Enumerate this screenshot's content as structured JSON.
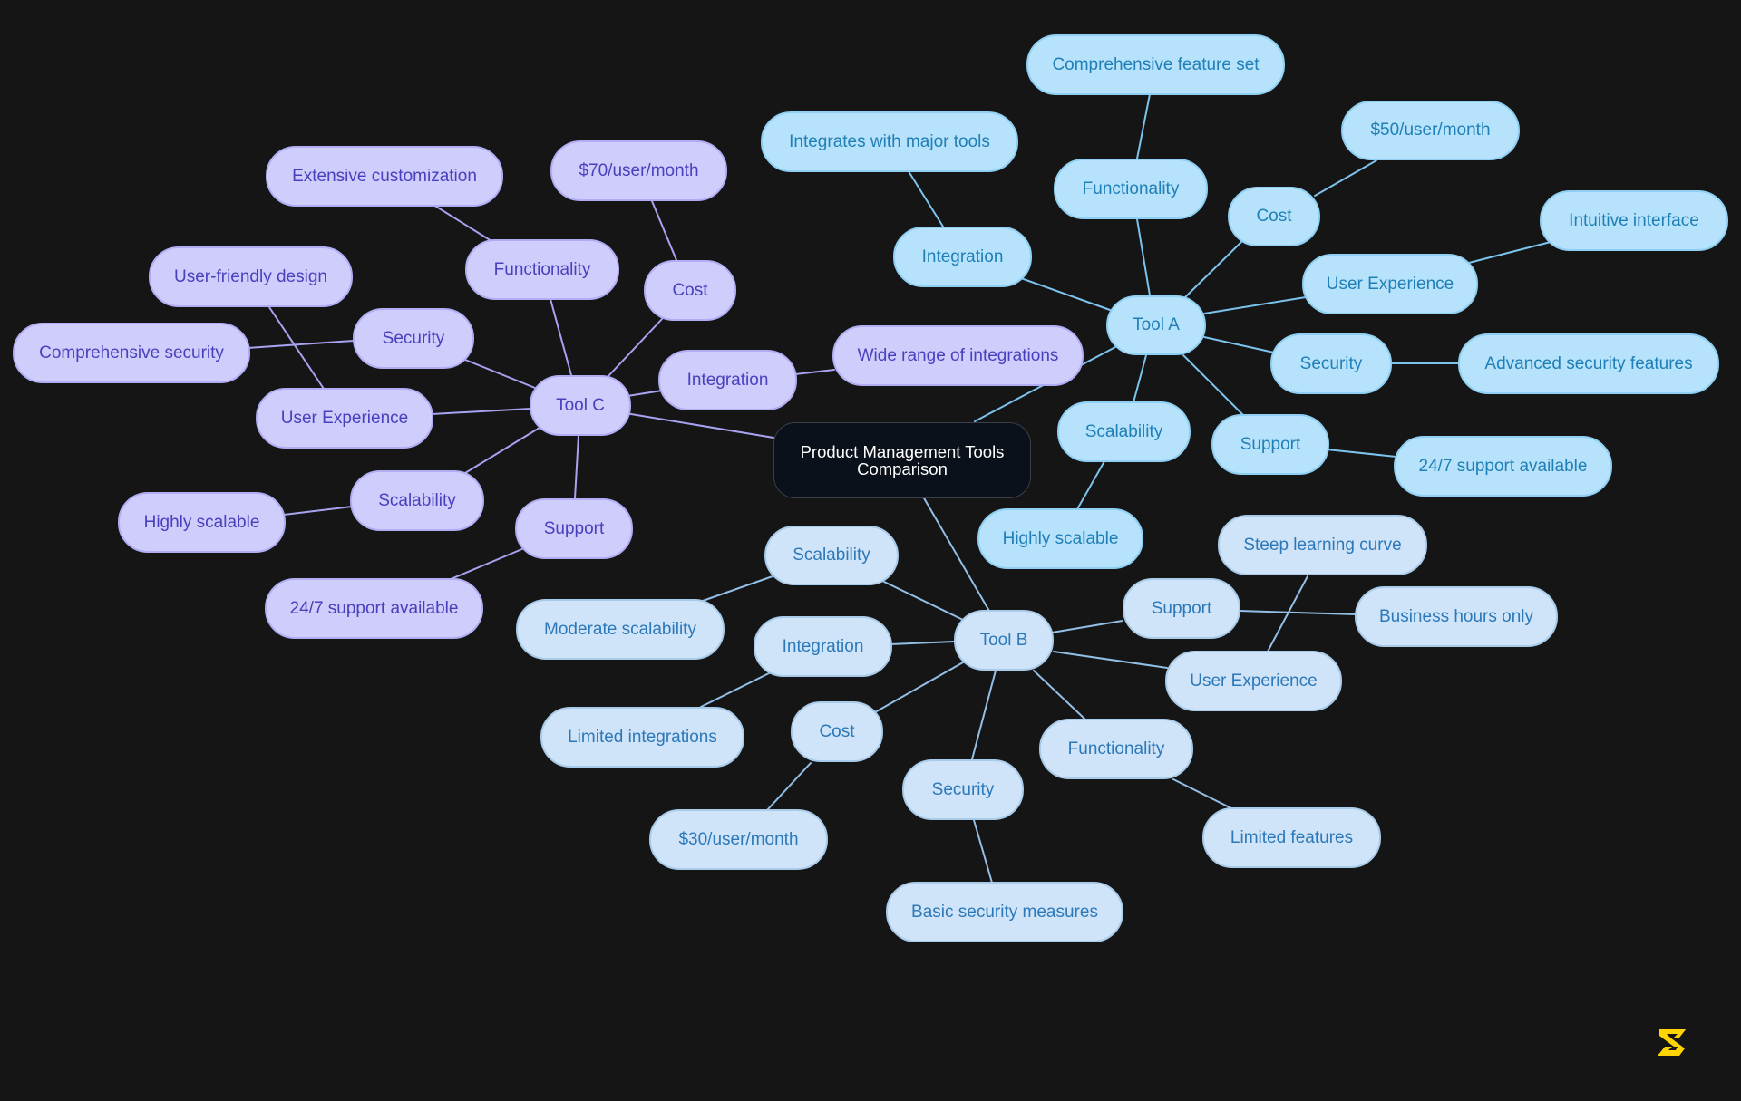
{
  "colors": {
    "background": "#151515",
    "root_fill": "#0b111a",
    "tool_a_fill": "#b6e2fb",
    "tool_a_text": "#1f7fb6",
    "tool_a_line": "#7cc3ee",
    "tool_b_fill": "#cfe4f8",
    "tool_b_text": "#2c78b9",
    "tool_b_line": "#93bfe6",
    "tool_c_fill": "#cfcdfc",
    "tool_c_text": "#4a3fbd",
    "tool_c_line": "#a8a3f0",
    "logo": "#ffd400"
  },
  "root": {
    "label": "Product Management Tools Comparison"
  },
  "tool_a": {
    "label": "Tool A",
    "cost": {
      "label": "Cost",
      "detail": "$50/user/month"
    },
    "functionality": {
      "label": "Functionality",
      "detail": "Comprehensive feature set"
    },
    "integration": {
      "label": "Integration",
      "detail": "Integrates with major tools"
    },
    "user_experience": {
      "label": "User Experience",
      "detail": "Intuitive interface"
    },
    "security": {
      "label": "Security",
      "detail": "Advanced security features"
    },
    "support": {
      "label": "Support",
      "detail": "24/7 support available"
    },
    "scalability": {
      "label": "Scalability",
      "detail": "Highly scalable"
    }
  },
  "tool_b": {
    "label": "Tool B",
    "scalability": {
      "label": "Scalability",
      "detail": "Moderate scalability"
    },
    "integration": {
      "label": "Integration",
      "detail": "Limited integrations"
    },
    "cost": {
      "label": "Cost",
      "detail": "$30/user/month"
    },
    "security": {
      "label": "Security",
      "detail": "Basic security measures"
    },
    "functionality": {
      "label": "Functionality",
      "detail": "Limited features"
    },
    "support": {
      "label": "Support",
      "detail": "Business hours only"
    },
    "user_experience": {
      "label": "User Experience",
      "detail": "Steep learning curve"
    }
  },
  "tool_c": {
    "label": "Tool C",
    "cost": {
      "label": "Cost",
      "detail": "$70/user/month"
    },
    "functionality": {
      "label": "Functionality",
      "detail": "Extensive customization"
    },
    "security": {
      "label": "Security",
      "detail": "Comprehensive security"
    },
    "user_experience": {
      "label": "User Experience",
      "detail": "User-friendly design"
    },
    "scalability": {
      "label": "Scalability",
      "detail": "Highly scalable"
    },
    "support": {
      "label": "Support",
      "detail": "24/7 support available"
    },
    "integration": {
      "label": "Integration",
      "detail": "Wide range of integrations"
    }
  },
  "logo_icon": "brand-s-logo-icon"
}
